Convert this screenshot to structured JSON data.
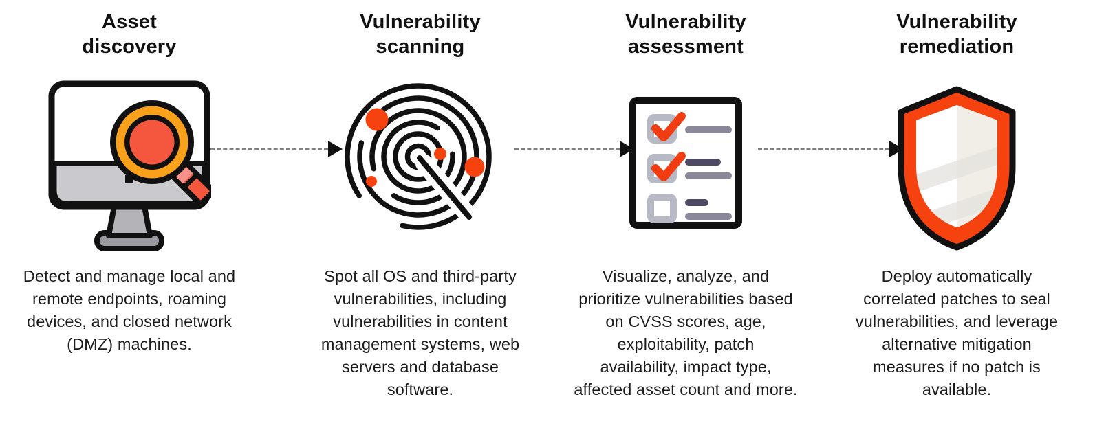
{
  "page": {
    "background": "#ffffff"
  },
  "colors": {
    "accent_red": "#F5420F",
    "check_red": "#F03C10",
    "lens_red": "#F4573D",
    "handle_pink": "#F9938A",
    "ring_orange": "#F9A11B",
    "monitor_band_gray": "#C9C9CE",
    "stand_gray": "#B3B3B8",
    "base_gray": "#9A9AA0",
    "checkbox_gray": "#B7BAC5",
    "list_line_gray": "#8A8798",
    "list_line_dark": "#4F4A63",
    "shield_shade": "#F0EEE7",
    "arrow_dash_gray": "#7F7F7F",
    "arrow_head_black": "#111111",
    "title_text": "#111111",
    "body_text": "#1C1C1C"
  },
  "steps": [
    {
      "title": "Asset\ndiscovery",
      "icon": "monitor-magnifier-icon",
      "description": "Detect and manage local and\nremote endpoints, roaming\ndevices, and closed network\n(DMZ) machines."
    },
    {
      "title": "Vulnerability\nscanning",
      "icon": "radar-icon",
      "description": "Spot all OS and third-party\nvulnerabilities, including\nvulnerabilities in content\nmanagement systems, web\nservers and database\nsoftware."
    },
    {
      "title": "Vulnerability\nassessment",
      "icon": "checklist-icon",
      "description": "Visualize, analyze, and\nprioritize vulnerabilities based\non CVSS scores, age,\nexploitability, patch\navailability, impact type,\naffected asset count and more."
    },
    {
      "title": "Vulnerability\nremediation",
      "icon": "shield-icon",
      "description": "Deploy automatically\ncorrelated patches to seal\nvulnerabilities, and leverage\nalternative mitigation\nmeasures if no patch is\navailable."
    }
  ]
}
